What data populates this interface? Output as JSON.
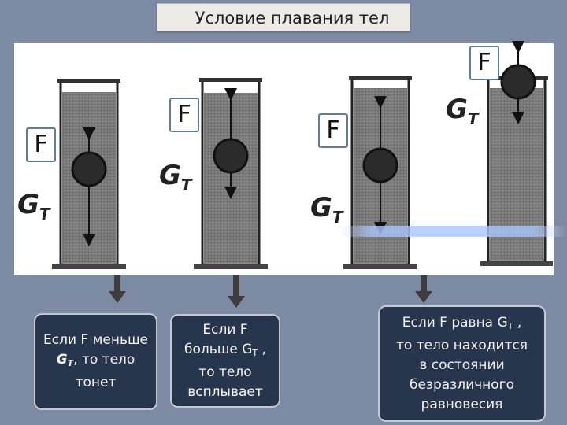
{
  "title": "Условие плавания тел",
  "labels": {
    "force": "F",
    "gravity_main": "G",
    "gravity_sub": "T"
  },
  "captions": {
    "sink": {
      "line1": "Если F меньше",
      "g": "G",
      "gsub": "T",
      "line2_rest": ", то тело",
      "line3": "тонет"
    },
    "float_up": {
      "line1": "Если F",
      "line2_pre": "больше G",
      "gsub": "T",
      "line2_post": " ,",
      "line3": "то тело",
      "line4": "всплывает"
    },
    "neutral": {
      "line1_pre": "Если F равна G",
      "gsub": "T",
      "line1_post": " ,",
      "line2": "то тело находится",
      "line3": "в состоянии",
      "line4": "безразличного",
      "line5": "равновесия"
    }
  },
  "colors": {
    "background": "#7d8aa4",
    "caption_bg": "#28364d",
    "liquid": "#757575",
    "ball": "#2b2b2b"
  }
}
